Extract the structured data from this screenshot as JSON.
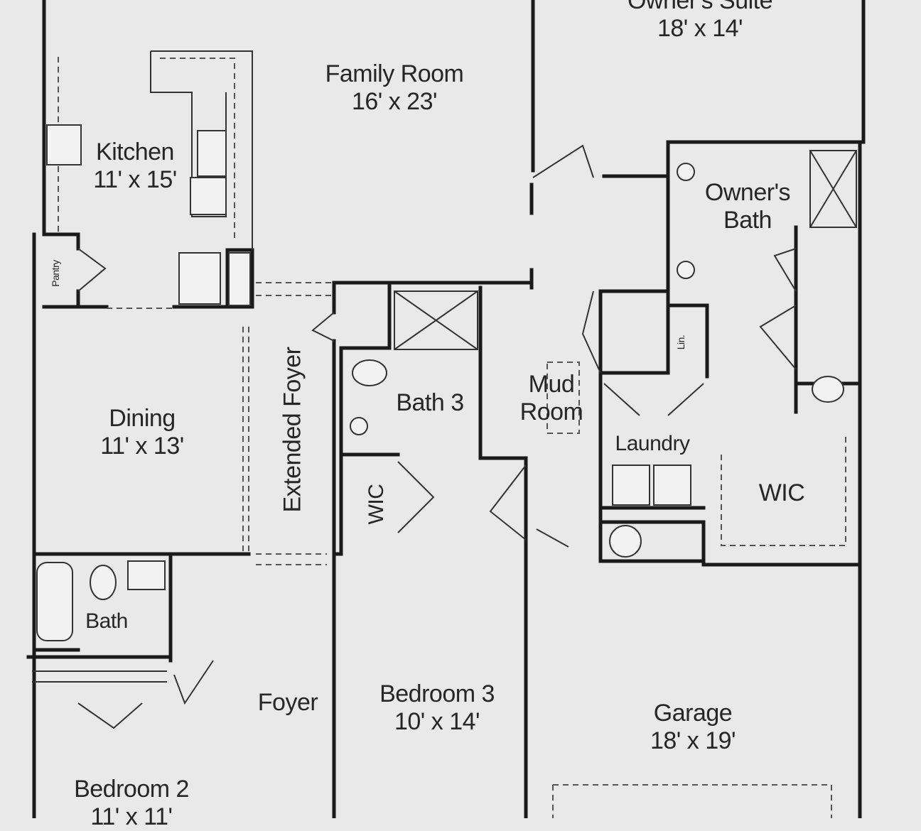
{
  "rooms": {
    "owners_suite": {
      "name": "Owner's Suite",
      "size": "18' x 14'"
    },
    "family_room": {
      "name": "Family Room",
      "size": "16' x 23'"
    },
    "kitchen": {
      "name": "Kitchen",
      "size": "11' x 15'"
    },
    "owners_bath": {
      "name": "Owner's Bath"
    },
    "pantry": {
      "name": "Pantry"
    },
    "dining": {
      "name": "Dining",
      "size": "11' x 13'"
    },
    "extended_foyer": {
      "name": "Extended Foyer"
    },
    "bath3": {
      "name": "Bath 3"
    },
    "mud_room": {
      "name": "Mud Room"
    },
    "linen": {
      "name": "Lin."
    },
    "laundry": {
      "name": "Laundry"
    },
    "wic_owner": {
      "name": "WIC"
    },
    "wic_bed3": {
      "name": "WIC"
    },
    "bath": {
      "name": "Bath"
    },
    "foyer": {
      "name": "Foyer"
    },
    "bedroom3": {
      "name": "Bedroom 3",
      "size": "10' x 14'"
    },
    "garage": {
      "name": "Garage",
      "size": "18' x 19'"
    },
    "bedroom2": {
      "name": "Bedroom 2",
      "size": "11' x 11'"
    }
  }
}
